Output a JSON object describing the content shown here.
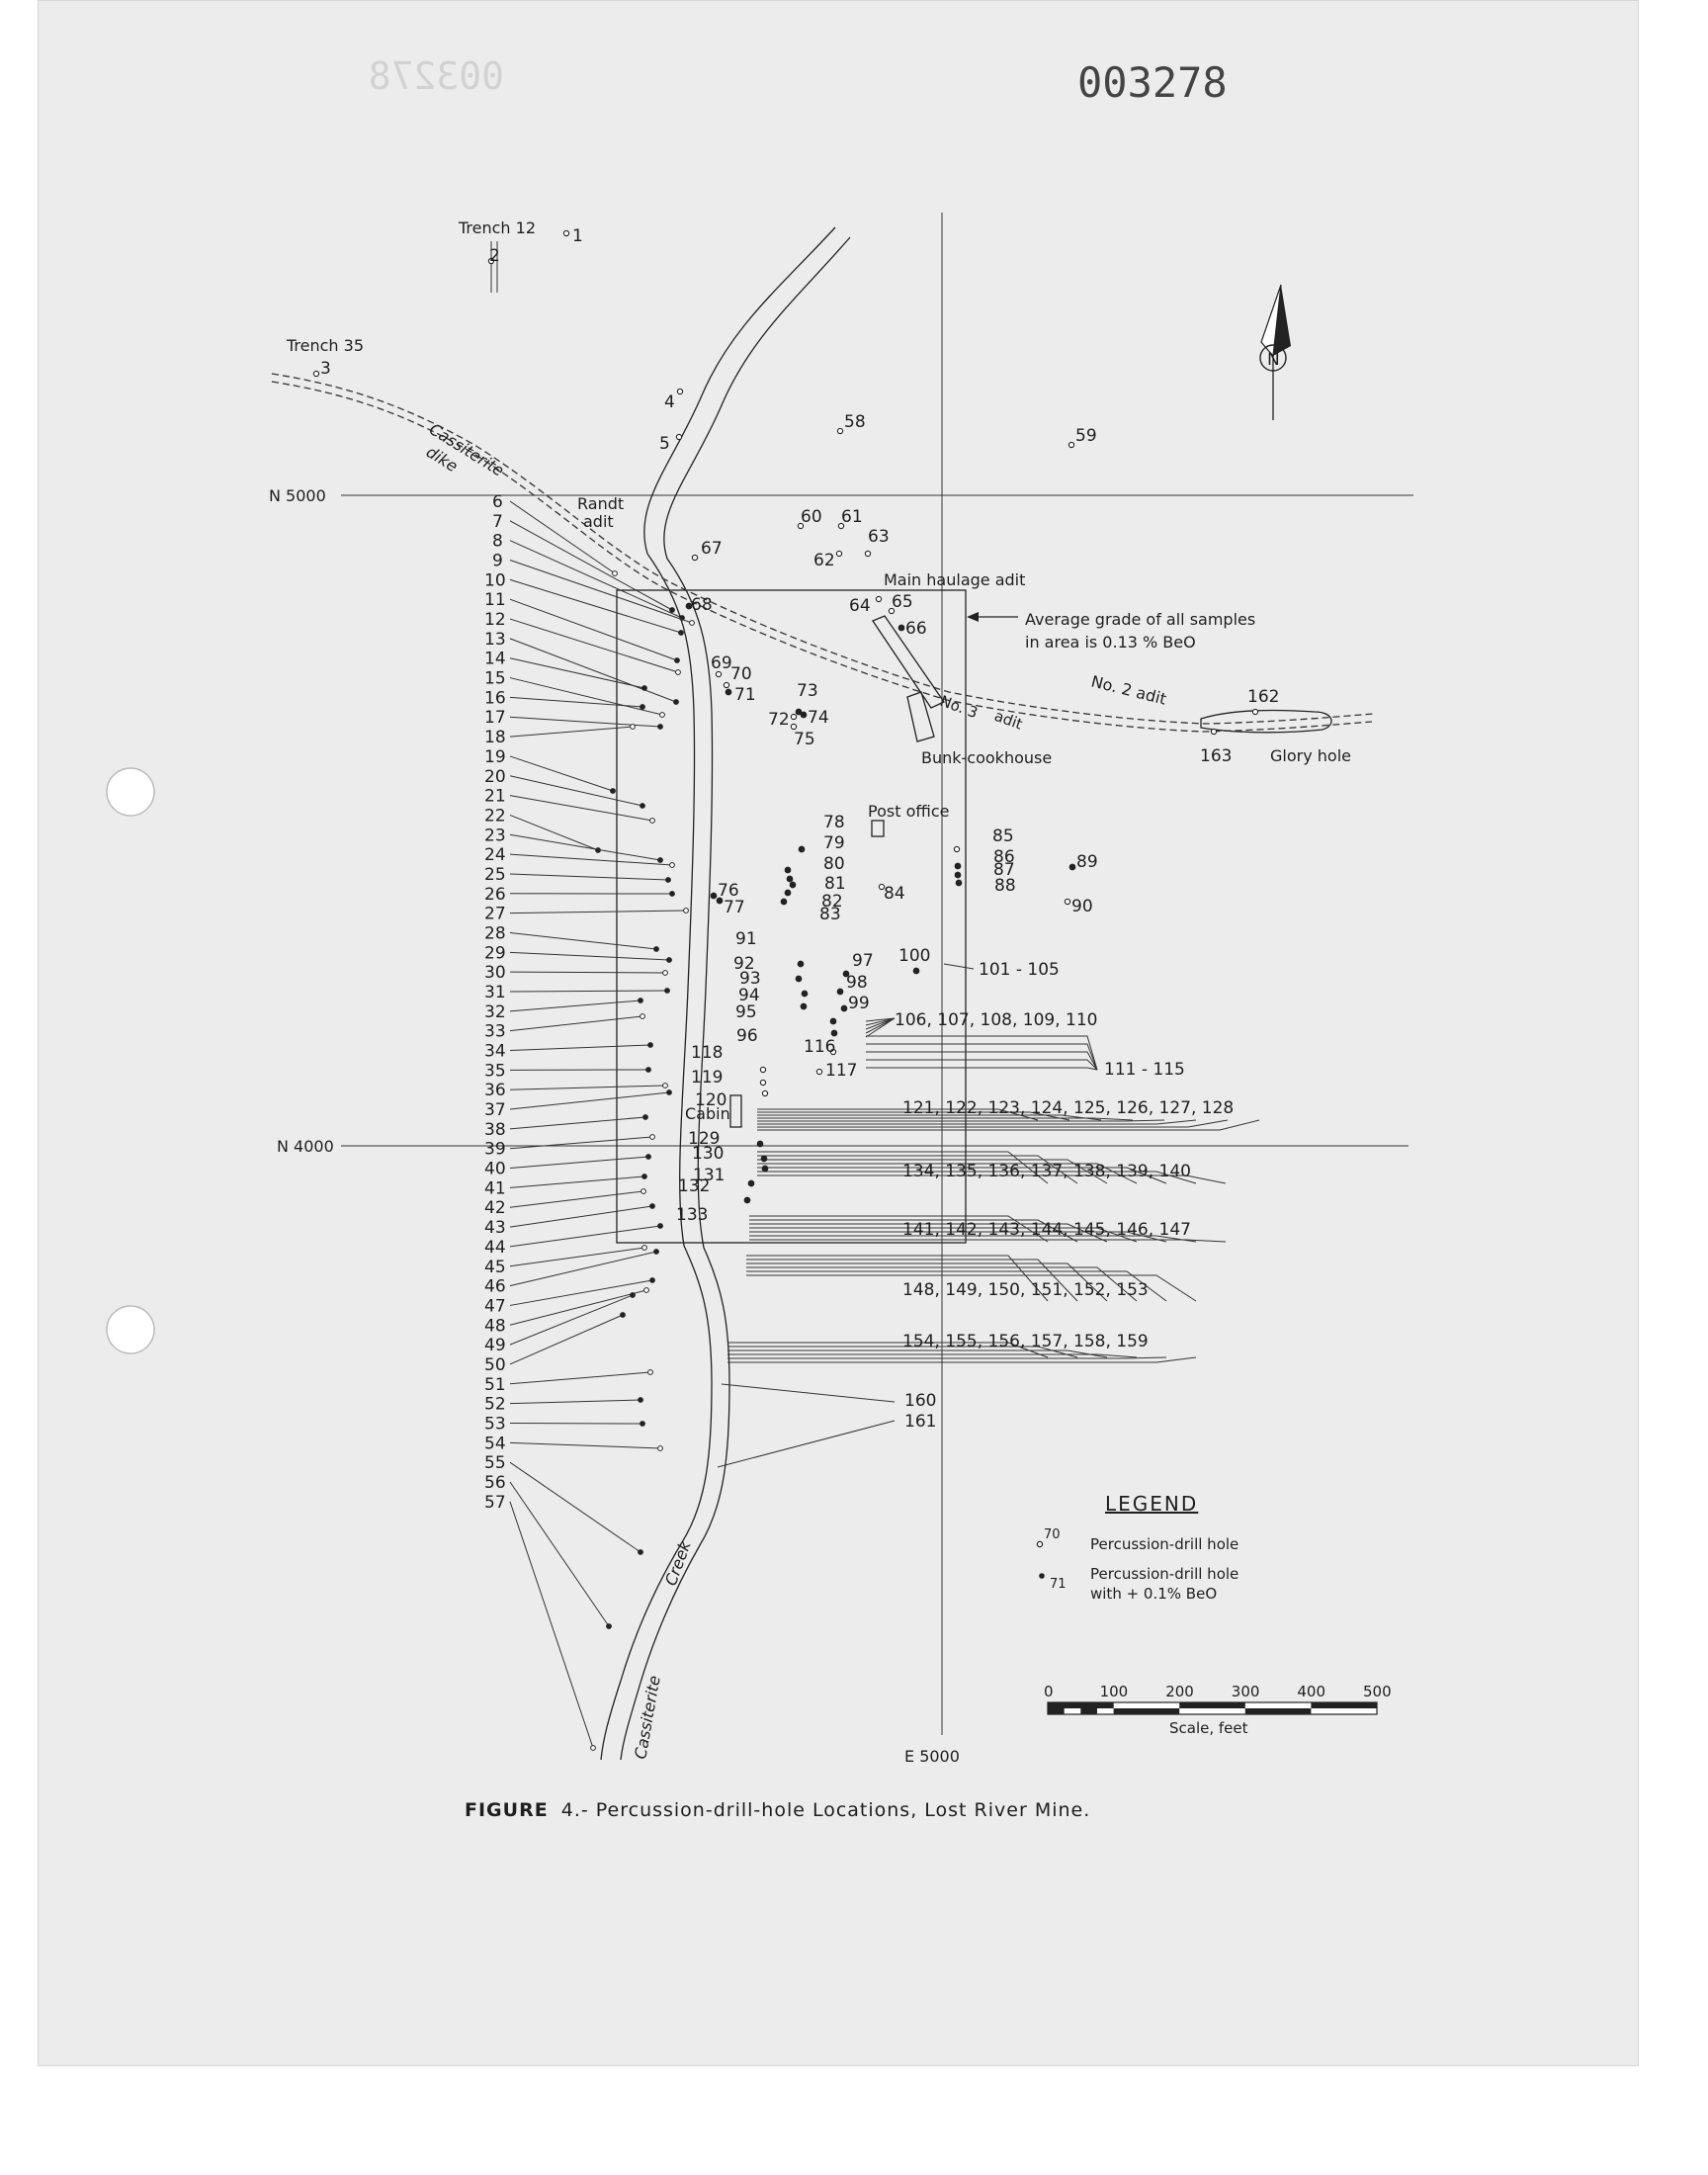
{
  "header": {
    "stamp_number": "003278",
    "faint_stamp": "003278"
  },
  "grid": {
    "north_upper": "N 5000",
    "north_lower": "N 4000",
    "east": "E 5000"
  },
  "features": {
    "trench_12": "Trench 12",
    "trench_35": "Trench 35",
    "cassiterite_dike": "Cassiterite",
    "dike_word": "dike",
    "randt_adit_1": "Randt",
    "randt_adit_2": "adit",
    "main_haulage_adit": "Main haulage adit",
    "no3_adit_1": "No. 3",
    "no3_adit_2": "adit",
    "no2_adit": "No. 2 adit",
    "glory_hole": "Glory hole",
    "bunk_cookhouse": "Bunk-cookhouse",
    "post_office": "Post office",
    "cabin": "Cabin",
    "creek_cassiterite": "Cassiterite",
    "creek_word": "Creek"
  },
  "annotation": {
    "line1": "Average grade of all samples",
    "line2": "in area is 0.13 % BeO"
  },
  "group_labels": {
    "g101": "101 - 105",
    "g106": "106, 107, 108, 109, 110",
    "g111": "111 - 115",
    "g121": "121, 122, 123, 124, 125, 126, 127, 128",
    "g134": "134, 135, 136, 137, 138, 139, 140",
    "g141": "141, 142, 143, 144, 145, 146, 147",
    "g148": "148, 149, 150, 151, 152, 153",
    "g154": "154, 155, 156, 157, 158, 159",
    "g160": "160",
    "g161": "161"
  },
  "left_column_labels": [
    "6",
    "7",
    "8",
    "9",
    "10",
    "11",
    "12",
    "13",
    "14",
    "15",
    "16",
    "17",
    "18",
    "19",
    "20",
    "21",
    "22",
    "23",
    "24",
    "25",
    "26",
    "27",
    "28",
    "29",
    "30",
    "31",
    "32",
    "33",
    "34",
    "35",
    "36",
    "37",
    "38",
    "39",
    "40",
    "41",
    "42",
    "43",
    "44",
    "45",
    "46",
    "47",
    "48",
    "49",
    "50",
    "51",
    "52",
    "53",
    "54",
    "55",
    "56",
    "57"
  ],
  "holes": [
    {
      "label": "1",
      "filled": false
    },
    {
      "label": "2",
      "filled": false
    },
    {
      "label": "3",
      "filled": false
    },
    {
      "label": "4",
      "filled": false
    },
    {
      "label": "5",
      "filled": false
    },
    {
      "label": "58",
      "filled": false
    },
    {
      "label": "59",
      "filled": false
    },
    {
      "label": "60",
      "filled": false
    },
    {
      "label": "61",
      "filled": false
    },
    {
      "label": "62",
      "filled": false
    },
    {
      "label": "63",
      "filled": false
    },
    {
      "label": "64",
      "filled": false
    },
    {
      "label": "65",
      "filled": false
    },
    {
      "label": "66",
      "filled": true
    },
    {
      "label": "67",
      "filled": false
    },
    {
      "label": "68",
      "filled": true
    },
    {
      "label": "69",
      "filled": false
    },
    {
      "label": "70",
      "filled": false
    },
    {
      "label": "71",
      "filled": true
    },
    {
      "label": "72",
      "filled": false
    },
    {
      "label": "73",
      "filled": true
    },
    {
      "label": "74",
      "filled": true
    },
    {
      "label": "75",
      "filled": false
    },
    {
      "label": "76",
      "filled": true
    },
    {
      "label": "77",
      "filled": true
    },
    {
      "label": "78",
      "filled": true
    },
    {
      "label": "79",
      "filled": true
    },
    {
      "label": "80",
      "filled": true
    },
    {
      "label": "81",
      "filled": true
    },
    {
      "label": "82",
      "filled": true
    },
    {
      "label": "83",
      "filled": true
    },
    {
      "label": "84",
      "filled": false
    },
    {
      "label": "85",
      "filled": false
    },
    {
      "label": "86",
      "filled": true
    },
    {
      "label": "87",
      "filled": true
    },
    {
      "label": "88",
      "filled": true
    },
    {
      "label": "89",
      "filled": true
    },
    {
      "label": "90",
      "filled": false
    },
    {
      "label": "91",
      "filled": true
    },
    {
      "label": "92",
      "filled": true
    },
    {
      "label": "93",
      "filled": true
    },
    {
      "label": "94",
      "filled": true
    },
    {
      "label": "95",
      "filled": true
    },
    {
      "label": "96",
      "filled": true
    },
    {
      "label": "97",
      "filled": true
    },
    {
      "label": "98",
      "filled": true
    },
    {
      "label": "99",
      "filled": true
    },
    {
      "label": "100",
      "filled": true
    },
    {
      "label": "116",
      "filled": false
    },
    {
      "label": "117",
      "filled": false
    },
    {
      "label": "118",
      "filled": false
    },
    {
      "label": "119",
      "filled": false
    },
    {
      "label": "120",
      "filled": false
    },
    {
      "label": "129",
      "filled": true
    },
    {
      "label": "130",
      "filled": true
    },
    {
      "label": "131",
      "filled": true
    },
    {
      "label": "132",
      "filled": true
    },
    {
      "label": "133",
      "filled": true
    },
    {
      "label": "162",
      "filled": false
    },
    {
      "label": "163",
      "filled": false
    }
  ],
  "legend": {
    "title": "LEGEND",
    "open_sample": "70",
    "open_desc": "Percussion-drill hole",
    "filled_sample": "71",
    "filled_desc_1": "Percussion-drill hole",
    "filled_desc_2": "with + 0.1% BeO"
  },
  "scale": {
    "ticks": [
      "0",
      "100",
      "200",
      "300",
      "400",
      "500"
    ],
    "caption": "Scale, feet"
  },
  "caption": {
    "lead": "FIGURE",
    "rest": "4.- Percussion-drill-hole Locations, Lost River Mine."
  }
}
